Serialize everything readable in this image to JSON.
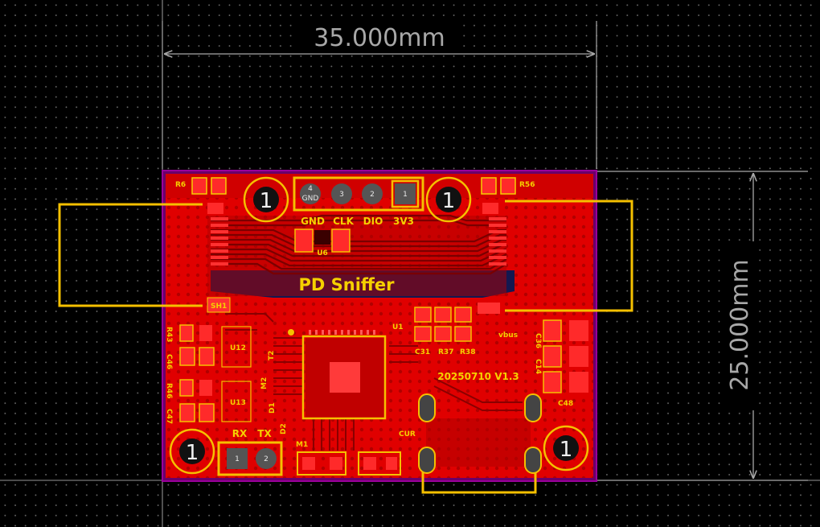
{
  "dimensions": {
    "width_label": "35.000mm",
    "height_label": "25.000mm"
  },
  "board": {
    "title": "PD Sniffer",
    "version": "20250710  V1.3",
    "header_labels": [
      "GND",
      "CLK",
      "DIO",
      "3V3"
    ],
    "header_pins": [
      "4",
      "3",
      "2",
      "1"
    ],
    "header_pin4_net": "GND",
    "mount_hole_label": "1",
    "uart_labels": [
      "RX",
      "TX"
    ],
    "uart_pins": [
      "1",
      "2"
    ],
    "refdes": {
      "R6_partial": "R6",
      "R56": "R56",
      "U6": "U6",
      "SH1": "SH1",
      "U1": "U1",
      "C31": "C31",
      "R37": "R37",
      "R38": "R38",
      "vbus": "vbus",
      "C36": "C36",
      "C14": "C14",
      "C48": "C48",
      "R43": "R43",
      "C46": "C46",
      "U12": "U12",
      "T2": "T2",
      "R46": "R46",
      "C47": "C47",
      "U13": "U13",
      "M2": "M2",
      "D1": "D1",
      "D2": "D2",
      "M1": "M1",
      "CUR": "CUR"
    }
  },
  "colors": {
    "background": "#000000",
    "board_copper": "#e00000",
    "trace_dark": "#8a0000",
    "silkscreen": "#f5d000",
    "outline": "#9a009a",
    "dimension": "#a8a8a8",
    "ground_plane": "#141850"
  }
}
